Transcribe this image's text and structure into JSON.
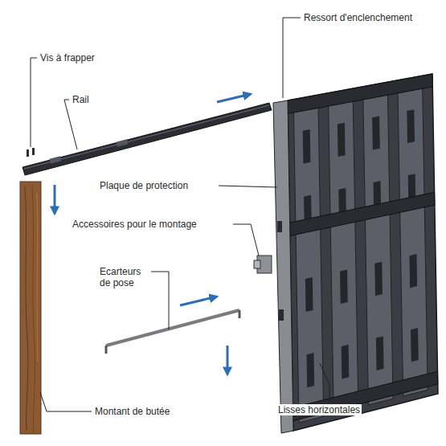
{
  "diagram": {
    "labels": [
      "Ressort d'enclenchement",
      "Vis à frapper",
      "Rail",
      "Plaque de protection",
      "Accessoires pour le montage",
      "Ecarteurs de pose",
      "Montant de butée",
      "Lisses horizontales"
    ]
  }
}
